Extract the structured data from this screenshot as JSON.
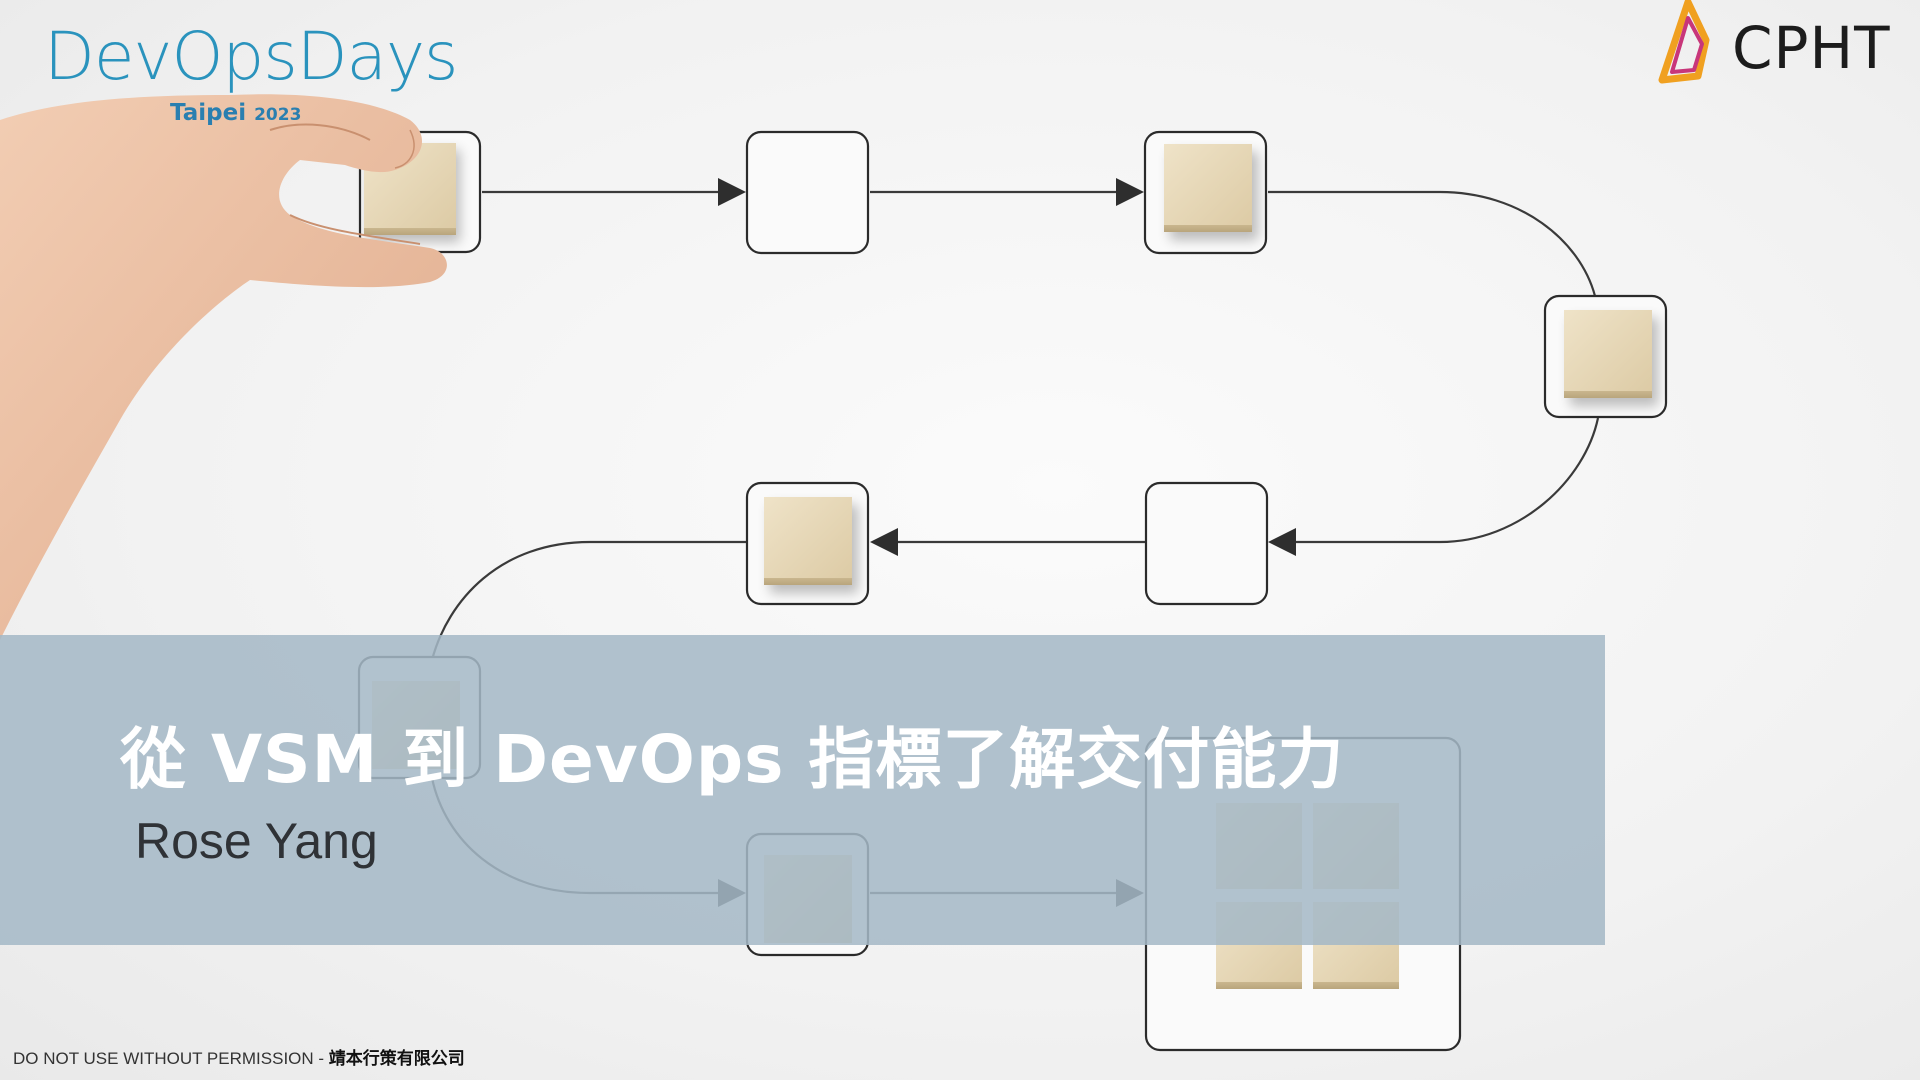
{
  "logos": {
    "devopsdays_wordmark": "DevOpsDays",
    "devopsdays_city": "Taipei",
    "devopsdays_year": "2023",
    "cpht_wordmark": "CPHT"
  },
  "slide": {
    "title": "從 VSM 到 DevOps 指標了解交付能力",
    "speaker": "Rose Yang"
  },
  "footer": {
    "notice": "DO NOT USE WITHOUT PERMISSION - ",
    "company": "靖本行策有限公司"
  },
  "colors": {
    "banner": "#a4b8c6",
    "devops_blue": "#2a93bd",
    "block": "#e9dcc0",
    "cpht_orange": "#f0a020",
    "cpht_magenta": "#c8367a"
  },
  "illustration": {
    "description_icon": "value-stream-flow-icon",
    "hand_icon": "hand-icon"
  }
}
